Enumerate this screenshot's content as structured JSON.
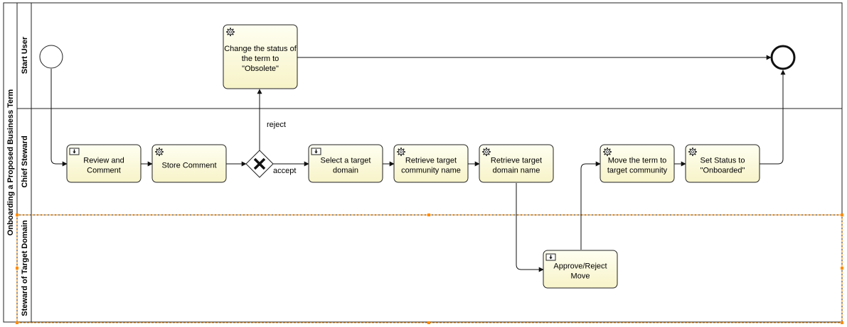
{
  "pool": {
    "name": "Onboarding a Proposed Business Term"
  },
  "lanes": [
    {
      "id": "start-user",
      "name": "Start User"
    },
    {
      "id": "chief-steward",
      "name": "Chief Steward"
    },
    {
      "id": "steward-target-domain",
      "name": "Steward of Target Domain"
    }
  ],
  "tasks": [
    {
      "id": "change-status",
      "kind": "service",
      "lines": [
        "Change the status of",
        "the term to",
        "\"Obsolete\""
      ]
    },
    {
      "id": "review-comment",
      "kind": "user",
      "lines": [
        "Review and",
        "Comment"
      ]
    },
    {
      "id": "store-comment",
      "kind": "service",
      "lines": [
        "Store Comment"
      ]
    },
    {
      "id": "select-domain",
      "kind": "user",
      "lines": [
        "Select a target",
        "domain"
      ]
    },
    {
      "id": "retrieve-community",
      "kind": "service",
      "lines": [
        "Retrieve target",
        "community name"
      ]
    },
    {
      "id": "retrieve-domain",
      "kind": "service",
      "lines": [
        "Retrieve target",
        "domain name"
      ]
    },
    {
      "id": "move-term",
      "kind": "service",
      "lines": [
        "Move the term to",
        "target community"
      ]
    },
    {
      "id": "set-status",
      "kind": "service",
      "lines": [
        "Set Status to",
        "\"Onboarded\""
      ]
    },
    {
      "id": "approve-reject",
      "kind": "user",
      "lines": [
        "Approve/Reject",
        "Move"
      ]
    }
  ],
  "flow_labels": {
    "reject": "reject",
    "accept": "accept"
  },
  "colors": {
    "task_fill_top": "#fffff2",
    "task_fill_bottom": "#f7f3c8",
    "stroke": "#222222",
    "selection": "#ff8c00"
  },
  "icons": {
    "service": "gear-icon",
    "user": "user-task-icon"
  }
}
